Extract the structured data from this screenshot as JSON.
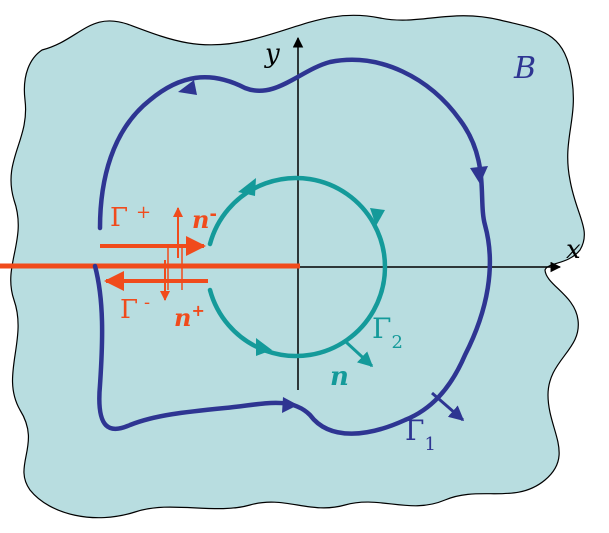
{
  "diagram": {
    "region_label": "B",
    "axes": {
      "x_label": "x",
      "y_label": "y"
    },
    "contours": {
      "outer": {
        "symbol": "Γ",
        "subscript": "1"
      },
      "inner": {
        "symbol": "Γ",
        "subscript": "2"
      },
      "cut_upper": {
        "symbol": "Γ",
        "superscript": "+"
      },
      "cut_lower": {
        "symbol": "Γ",
        "superscript": "-"
      }
    },
    "normals": {
      "inner": {
        "symbol": "n"
      },
      "cut_upper": {
        "symbol": "n",
        "superscript": "-"
      },
      "cut_lower": {
        "symbol": "n",
        "superscript": "+"
      }
    },
    "colors": {
      "region_fill": "#b8dde0",
      "outer_contour": "#2e3592",
      "inner_contour": "#149a9a",
      "cut": "#f04b1c",
      "axes": "#000000"
    }
  }
}
